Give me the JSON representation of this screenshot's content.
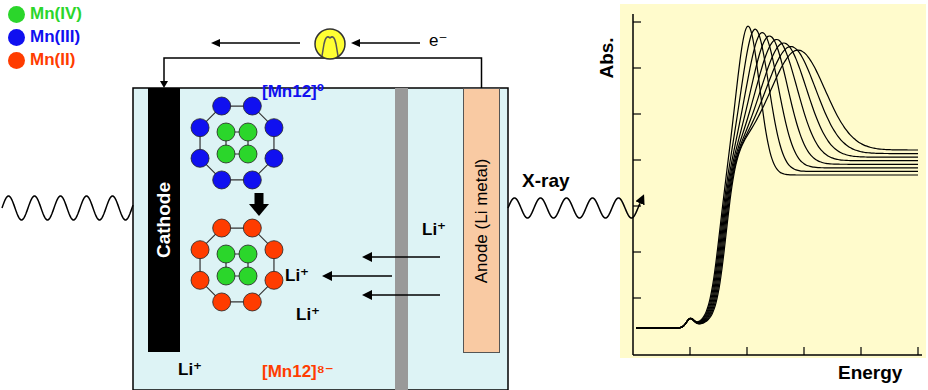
{
  "diagram": {
    "nodes": [
      {
        "text": [
          "Cathode"
        ]
      },
      {
        "text": [
          "[Mn12]⁰"
        ]
      },
      {
        "text": [
          "[Mn12]⁸⁻"
        ]
      },
      {
        "text": [
          "Anode (Li metal)"
        ]
      }
    ],
    "edges": [
      {
        "from": 1,
        "to": 2,
        "arrow": "to"
      },
      {
        "from": 3,
        "to": 0,
        "arrow": "to",
        "label": "e⁻"
      }
    ],
    "labels": [
      "Li⁺",
      "Li⁺",
      "Li⁺",
      "Li⁺",
      "X-ray",
      "Abs.",
      "Energy"
    ],
    "legend": [
      {
        "text": "Mn(IV)",
        "color": "#2bd62b"
      },
      {
        "text": "Mn(III)",
        "color": "#1010f0"
      },
      {
        "text": "Mn(II)",
        "color": "#ff3c00"
      }
    ]
  }
}
